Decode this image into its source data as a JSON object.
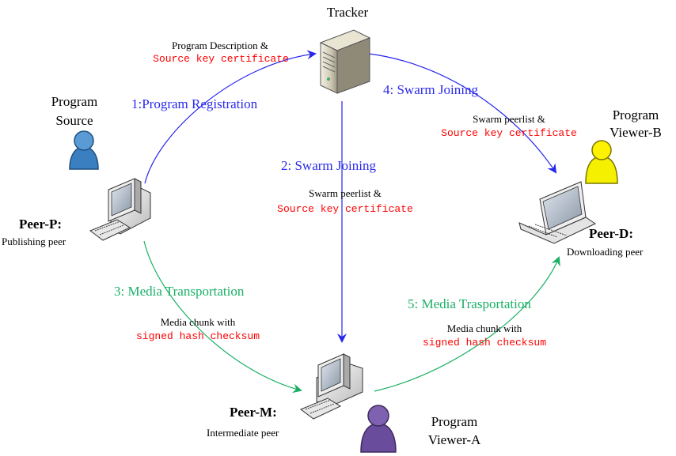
{
  "nodes": {
    "tracker": {
      "label": "Tracker"
    },
    "source": {
      "line1": "Program",
      "line2": "Source"
    },
    "peer_p": {
      "name": "Peer-P:",
      "role": "Publishing peer"
    },
    "peer_m": {
      "name": "Peer-M:",
      "role": "Intermediate peer"
    },
    "peer_d": {
      "name": "Peer-D:",
      "role": "Downloading peer"
    },
    "viewer_a": {
      "line1": "Program",
      "line2": "Viewer-A"
    },
    "viewer_b": {
      "line1": "Program",
      "line2": "Viewer-B"
    }
  },
  "flows": {
    "registration": {
      "step": "1:Program Registration",
      "note": "Program Description &",
      "note_red": "Source key certificate"
    },
    "joining_m": {
      "step": "2: Swarm Joining",
      "note": "Swarm peerlist &",
      "note_red": "Source key certificate"
    },
    "media_pm": {
      "step": "3: Media Transportation",
      "note": "Media chunk with",
      "note_red": "signed hash checksum"
    },
    "joining_d": {
      "step": "4: Swarm Joining",
      "note": "Swarm peerlist &",
      "note_red": "Source key certificate"
    },
    "media_md": {
      "step": "5: Media Trasportation",
      "note": "Media chunk with",
      "note_red": "signed hash checksum"
    }
  },
  "colors": {
    "blue_arrow": "#2626ee",
    "green_arrow": "#19b065",
    "red_text": "#ff0000",
    "source_person": "#3a7fbf",
    "viewer_a_person": "#6a4c9c",
    "viewer_b_person": "#f5f000"
  }
}
